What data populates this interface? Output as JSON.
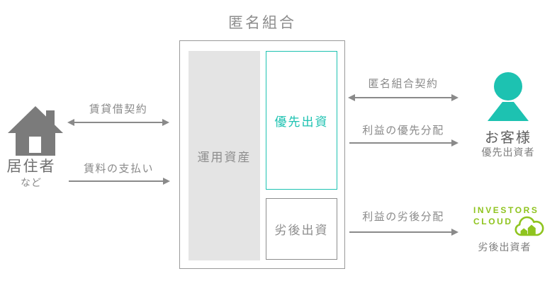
{
  "diagram": {
    "title": "匿名組合",
    "colors": {
      "teal": "#1dc2b1",
      "green": "#8fc41f",
      "gray": "#8a8a8a",
      "dark_gray": "#5f5f5f",
      "house_gray": "#7b7b7b",
      "box_fill": "#e4e4e4",
      "border_gray": "#9a9a9a"
    },
    "partnership": {
      "assets_label": "運用資産",
      "priority_label": "優先出資",
      "subordinated_label": "劣後出資"
    },
    "left": {
      "entity_label": "居住者",
      "entity_sublabel": "など",
      "lease_arrow_label": "賃貸借契約",
      "rent_arrow_label": "賃料の支払い"
    },
    "right": {
      "contract_arrow_label": "匿名組合契約",
      "priority_dist_arrow_label": "利益の優先分配",
      "subordinated_dist_arrow_label": "利益の劣後分配",
      "customer_label": "お客様",
      "customer_sublabel": "優先出資者",
      "logo_line1": "INVESTORS",
      "logo_line2": "CLOUD",
      "logo_sublabel": "劣後出資者"
    }
  }
}
